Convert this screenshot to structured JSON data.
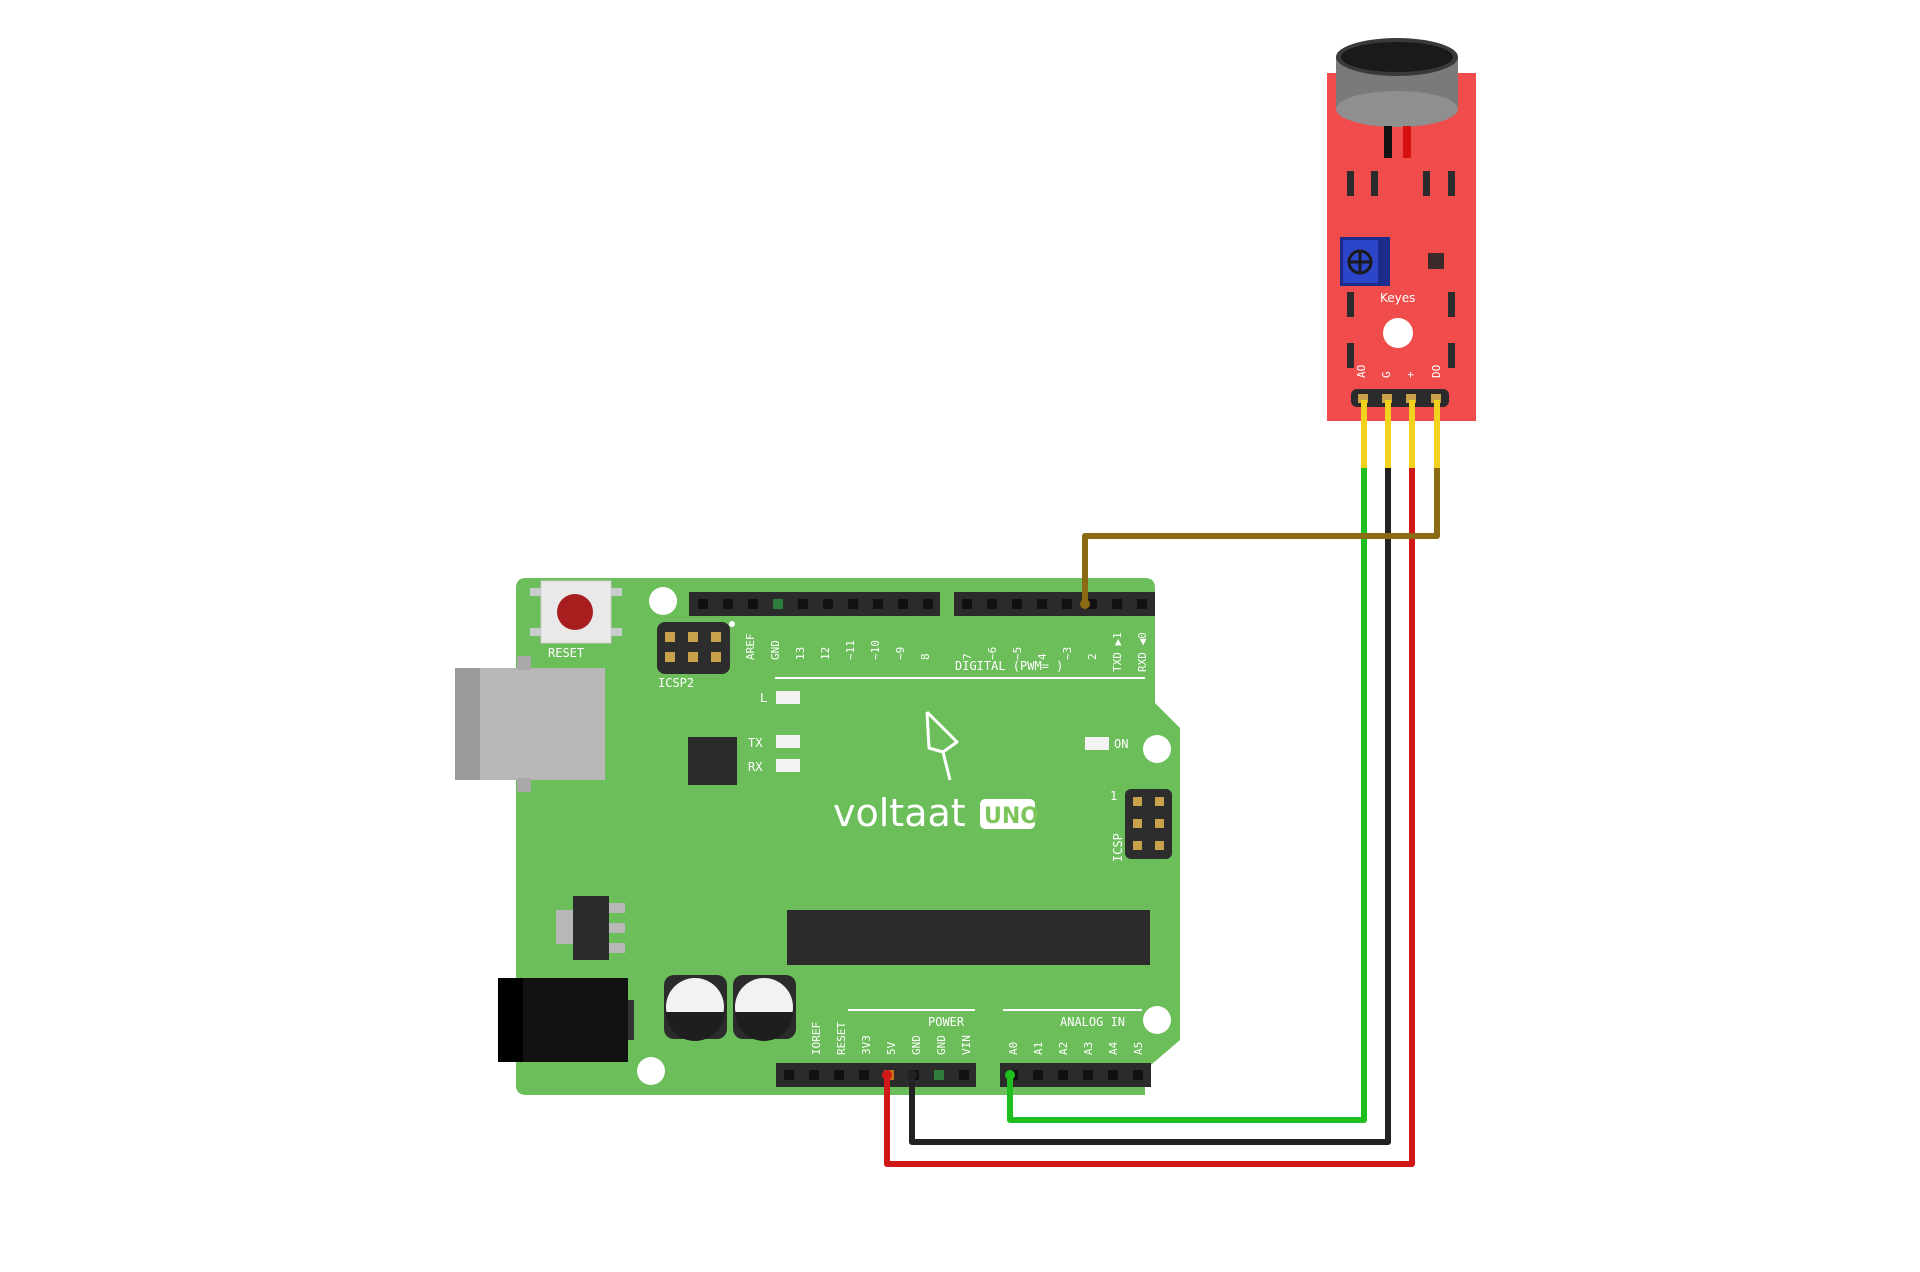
{
  "board": {
    "brand": "voltaat",
    "model": "UNO",
    "reset_label": "RESET",
    "icsp2_label": "ICSP2",
    "icsp_label": "ICSP",
    "icsp_pin1": "1",
    "digital_label": "DIGITAL (PWM=   )",
    "power_label": "POWER",
    "analog_label": "ANALOG IN",
    "led_l": "L",
    "led_tx": "TX",
    "led_rx": "RX",
    "led_on": "ON",
    "digital_left_pins": [
      "AREF",
      "GND",
      "13",
      "12",
      "~11",
      "~10",
      "~9",
      "8"
    ],
    "digital_right_pins": [
      "7",
      "~6",
      "~5",
      "4",
      "~3",
      "2",
      "TXD ▶1",
      "RXD ◀0"
    ],
    "power_pins": [
      "IOREF",
      "RESET",
      "3V3",
      "5V",
      "GND",
      "GND",
      "VIN"
    ],
    "analog_pins": [
      "A0",
      "A1",
      "A2",
      "A3",
      "A4",
      "A5"
    ]
  },
  "module": {
    "brand": "Keyes",
    "pins": [
      "AO",
      "G",
      "+",
      "DO"
    ]
  },
  "colors": {
    "board": "#6cbe5b",
    "module": "#f04c4c",
    "wire_analog": "#1fbf1f",
    "wire_ground": "#222222",
    "wire_power": "#d01818",
    "wire_digital": "#8a6a12"
  }
}
